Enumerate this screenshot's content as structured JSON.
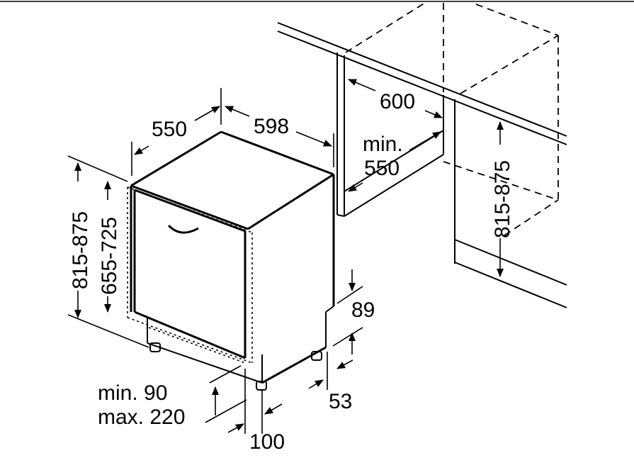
{
  "dimensions": {
    "depth": "550",
    "width": "598",
    "niche_width": "600",
    "niche_depth_min": "min.",
    "niche_depth_value": "550",
    "niche_height_range": "815-875",
    "overall_height_range": "815-875",
    "door_height_range": "655-725",
    "plinth_height_top": "89",
    "plinth_depth": "53",
    "plinth_gap_min": "min. 90",
    "plinth_gap_max": "max. 220",
    "plinth_setback": "100"
  }
}
